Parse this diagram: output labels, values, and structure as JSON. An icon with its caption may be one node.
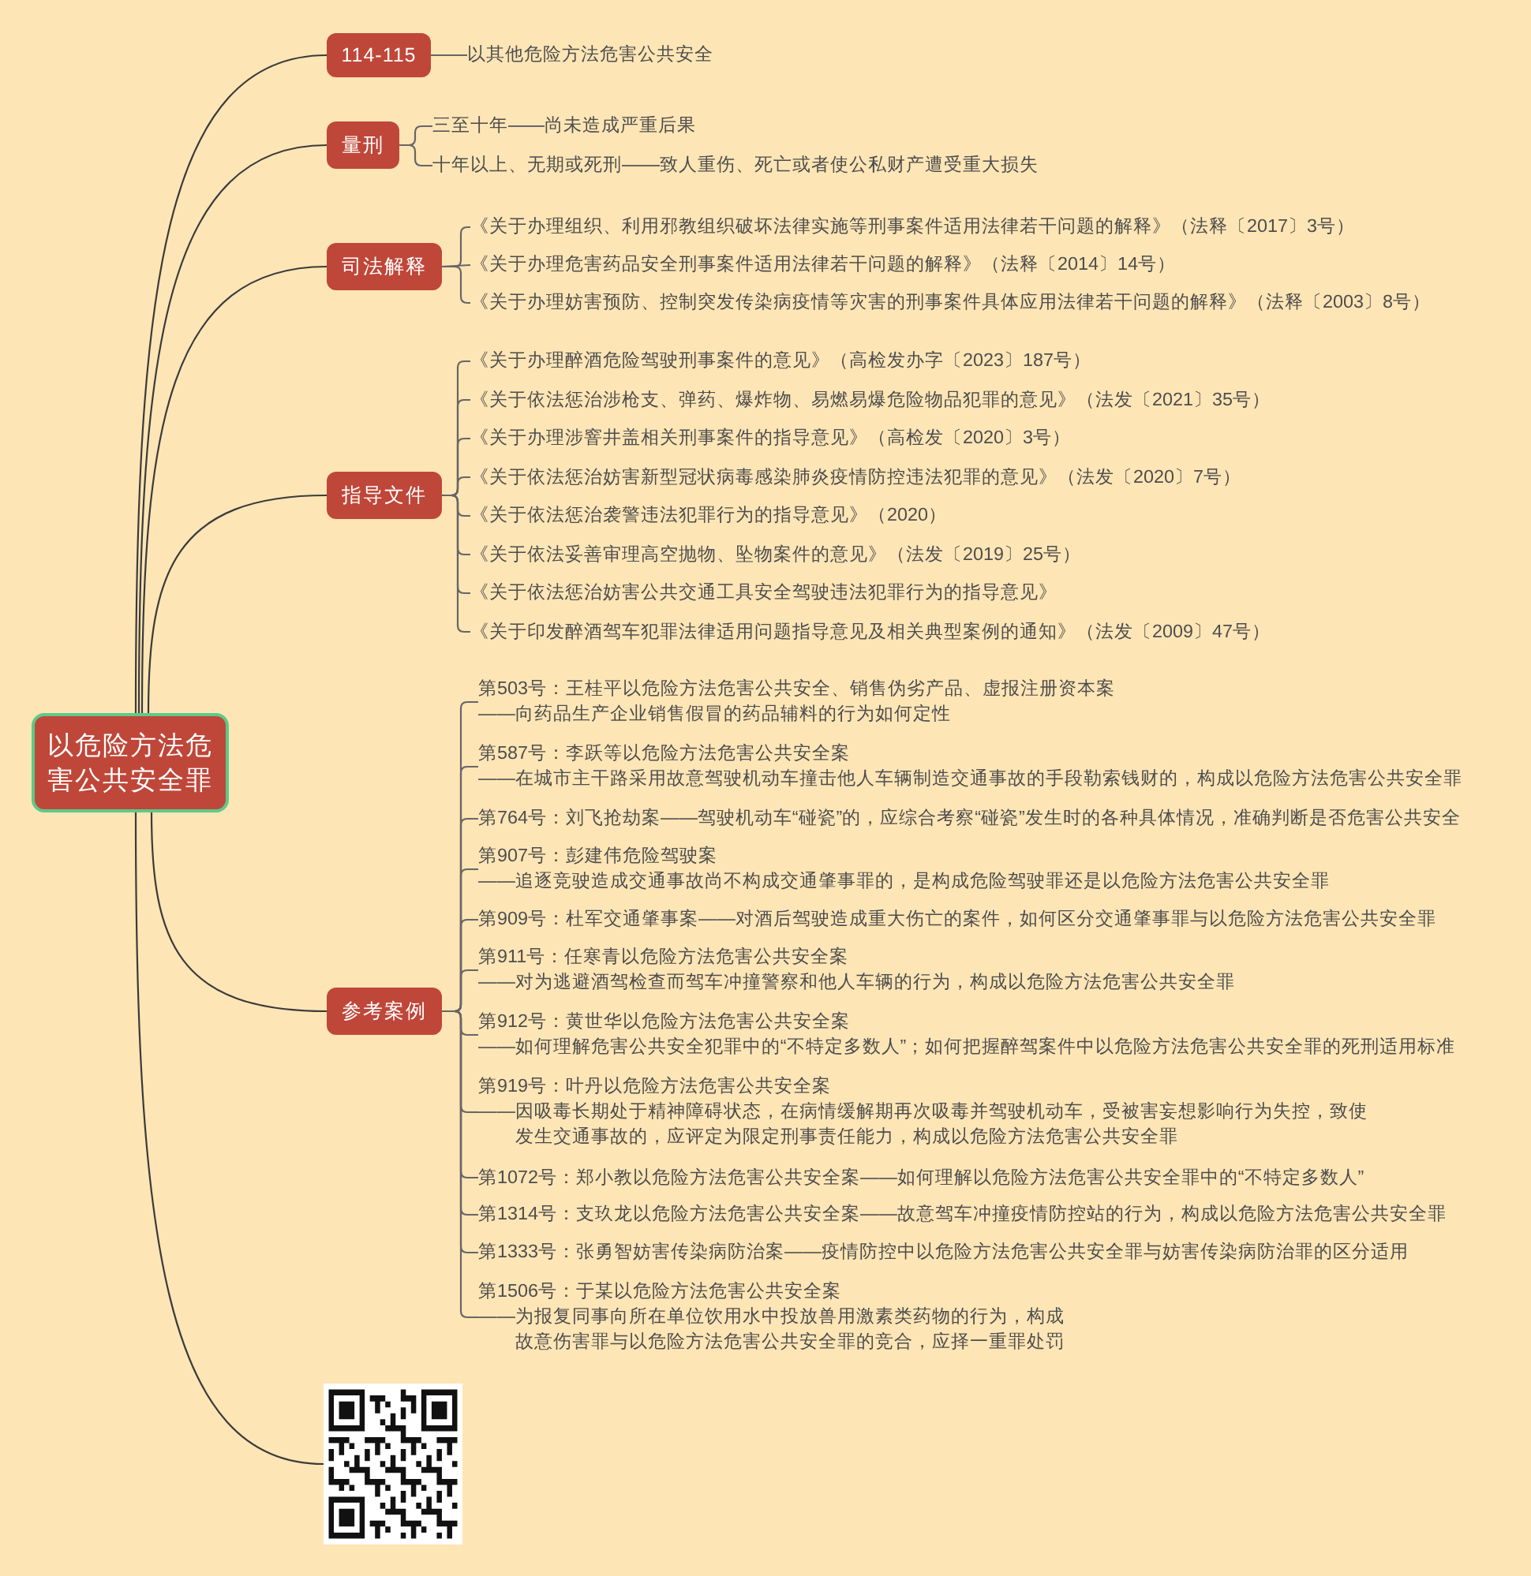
{
  "diagram": {
    "nodes": [
      {
        "text": [
          "以危险方法危害公共安全罪"
        ]
      },
      {
        "text": [
          "114-115"
        ]
      },
      {
        "text": [
          "以其他危险方法危害公共安全"
        ]
      },
      {
        "text": [
          "量刑"
        ]
      },
      {
        "text": [
          "三至十年"
        ]
      },
      {
        "text": [
          "尚未造成严重后果"
        ]
      },
      {
        "text": [
          "十年以上、无期或死刑"
        ]
      },
      {
        "text": [
          "致人重伤、死亡或者使公私财产遭受重大损失"
        ]
      },
      {
        "text": [
          "司法解释"
        ]
      },
      {
        "text": [
          "《关于办理组织、利用邪教组织破坏法律实施等刑事案件适用法律若干问题的解释》（法释〔2017〕3号）"
        ]
      },
      {
        "text": [
          "《关于办理危害药品安全刑事案件适用法律若干问题的解释》（法释〔2014〕14号）"
        ]
      },
      {
        "text": [
          "《关于办理妨害预防、控制突发传染病疫情等灾害的刑事案件具体应用法律若干问题的解释》（法释〔2003〕8号）"
        ]
      },
      {
        "text": [
          "指导文件"
        ]
      },
      {
        "text": [
          "《关于办理醉酒危险驾驶刑事案件的意见》（高检发办字〔2023〕187号）"
        ]
      },
      {
        "text": [
          "《关于依法惩治涉枪支、弹药、爆炸物、易燃易爆危险物品犯罪的意见》（法发〔2021〕35号）"
        ]
      },
      {
        "text": [
          "《关于办理涉窨井盖相关刑事案件的指导意见》（高检发〔2020〕3号）"
        ]
      },
      {
        "text": [
          "《关于依法惩治妨害新型冠状病毒感染肺炎疫情防控违法犯罪的意见》（法发〔2020〕7号）"
        ]
      },
      {
        "text": [
          "《关于依法惩治袭警违法犯罪行为的指导意见》（2020）"
        ]
      },
      {
        "text": [
          "《关于依法妥善审理高空抛物、坠物案件的意见》（法发〔2019〕25号）"
        ]
      },
      {
        "text": [
          "《关于依法惩治妨害公共交通工具安全驾驶违法犯罪行为的指导意见》"
        ]
      },
      {
        "text": [
          "《关于印发醉酒驾车犯罪法律适用问题指导意见及相关典型案例的通知》（法发〔2009〕47号）"
        ]
      },
      {
        "text": [
          "参考案例"
        ]
      },
      {
        "text": [
          "第503号：王桂平以危险方法危害公共安全、销售伪劣产品、虚报注册资本案",
          "——向药品生产企业销售假冒的药品辅料的行为如何定性"
        ]
      },
      {
        "text": [
          "第587号：李跃等以危险方法危害公共安全案",
          "——在城市主干路采用故意驾驶机动车撞击他人车辆制造交通事故的手段勒索钱财的，构成以危险方法危害公共安全罪"
        ]
      },
      {
        "text": [
          "第764号：刘飞抢劫案——驾驶机动车“碰瓷”的，应综合考察“碰瓷”发生时的各种具体情况，准确判断是否危害公共安全"
        ]
      },
      {
        "text": [
          "第907号：彭建伟危险驾驶案",
          "——追逐竞驶造成交通事故尚不构成交通肇事罪的，是构成危险驾驶罪还是以危险方法危害公共安全罪"
        ]
      },
      {
        "text": [
          "第909号：杜军交通肇事案——对酒后驾驶造成重大伤亡的案件，如何区分交通肇事罪与以危险方法危害公共安全罪"
        ]
      },
      {
        "text": [
          "第911号：任寒青以危险方法危害公共安全案",
          "——对为逃避酒驾检查而驾车冲撞警察和他人车辆的行为，构成以危险方法危害公共安全罪"
        ]
      },
      {
        "text": [
          "第912号：黄世华以危险方法危害公共安全案",
          "——如何理解危害公共安全犯罪中的“不特定多数人”；如何把握醉驾案件中以危险方法危害公共安全罪的死刑适用标准"
        ]
      },
      {
        "text": [
          "第919号：叶丹以危险方法危害公共安全案",
          "——因吸毒长期处于精神障碍状态，在病情缓解期再次吸毒并驾驶机动车，受被害妄想影响行为失控，致使发生交通事故的，应评定为限定刑事责任能力，构成以危险方法危害公共安全罪"
        ]
      },
      {
        "text": [
          "第1072号：郑小教以危险方法危害公共安全案——如何理解以危险方法危害公共安全罪中的“不特定多数人”"
        ]
      },
      {
        "text": [
          "第1314号：支玖龙以危险方法危害公共安全案——故意驾车冲撞疫情防控站的行为，构成以危险方法危害公共安全罪"
        ]
      },
      {
        "text": [
          "第1333号：张勇智妨害传染病防治案——疫情防控中以危险方法危害公共安全罪与妨害传染病防治罪的区分适用"
        ]
      },
      {
        "text": [
          "第1506号：于某以危险方法危害公共安全案",
          "——为报复同事向所在单位饮用水中投放兽用激素类药物的行为，构成故意伤害罪与以危险方法危害公共安全罪的竞合，应择一重罪处罚"
        ]
      },
      {
        "text": [],
        "shape": "picture"
      }
    ],
    "edges": [
      {
        "from": 0,
        "to": 1,
        "arrow": "none"
      },
      {
        "from": 1,
        "to": 2,
        "arrow": "none"
      },
      {
        "from": 0,
        "to": 3,
        "arrow": "none"
      },
      {
        "from": 3,
        "to": 4,
        "arrow": "none"
      },
      {
        "from": 4,
        "to": 5,
        "arrow": "none"
      },
      {
        "from": 3,
        "to": 6,
        "arrow": "none"
      },
      {
        "from": 6,
        "to": 7,
        "arrow": "none"
      },
      {
        "from": 0,
        "to": 8,
        "arrow": "none"
      },
      {
        "from": 8,
        "to": 9,
        "arrow": "none"
      },
      {
        "from": 8,
        "to": 10,
        "arrow": "none"
      },
      {
        "from": 8,
        "to": 11,
        "arrow": "none"
      },
      {
        "from": 0,
        "to": 12,
        "arrow": "none"
      },
      {
        "from": 12,
        "to": 13,
        "arrow": "none"
      },
      {
        "from": 12,
        "to": 14,
        "arrow": "none"
      },
      {
        "from": 12,
        "to": 15,
        "arrow": "none"
      },
      {
        "from": 12,
        "to": 16,
        "arrow": "none"
      },
      {
        "from": 12,
        "to": 17,
        "arrow": "none"
      },
      {
        "from": 12,
        "to": 18,
        "arrow": "none"
      },
      {
        "from": 12,
        "to": 19,
        "arrow": "none"
      },
      {
        "from": 12,
        "to": 20,
        "arrow": "none"
      },
      {
        "from": 0,
        "to": 21,
        "arrow": "none"
      },
      {
        "from": 21,
        "to": 22,
        "arrow": "none"
      },
      {
        "from": 21,
        "to": 23,
        "arrow": "none"
      },
      {
        "from": 21,
        "to": 24,
        "arrow": "none"
      },
      {
        "from": 21,
        "to": 25,
        "arrow": "none"
      },
      {
        "from": 21,
        "to": 26,
        "arrow": "none"
      },
      {
        "from": 21,
        "to": 27,
        "arrow": "none"
      },
      {
        "from": 21,
        "to": 28,
        "arrow": "none"
      },
      {
        "from": 21,
        "to": 29,
        "arrow": "none"
      },
      {
        "from": 21,
        "to": 30,
        "arrow": "none"
      },
      {
        "from": 21,
        "to": 31,
        "arrow": "none"
      },
      {
        "from": 21,
        "to": 32,
        "arrow": "none"
      },
      {
        "from": 21,
        "to": 33,
        "arrow": "none"
      },
      {
        "from": 0,
        "to": 34,
        "arrow": "none"
      }
    ]
  }
}
